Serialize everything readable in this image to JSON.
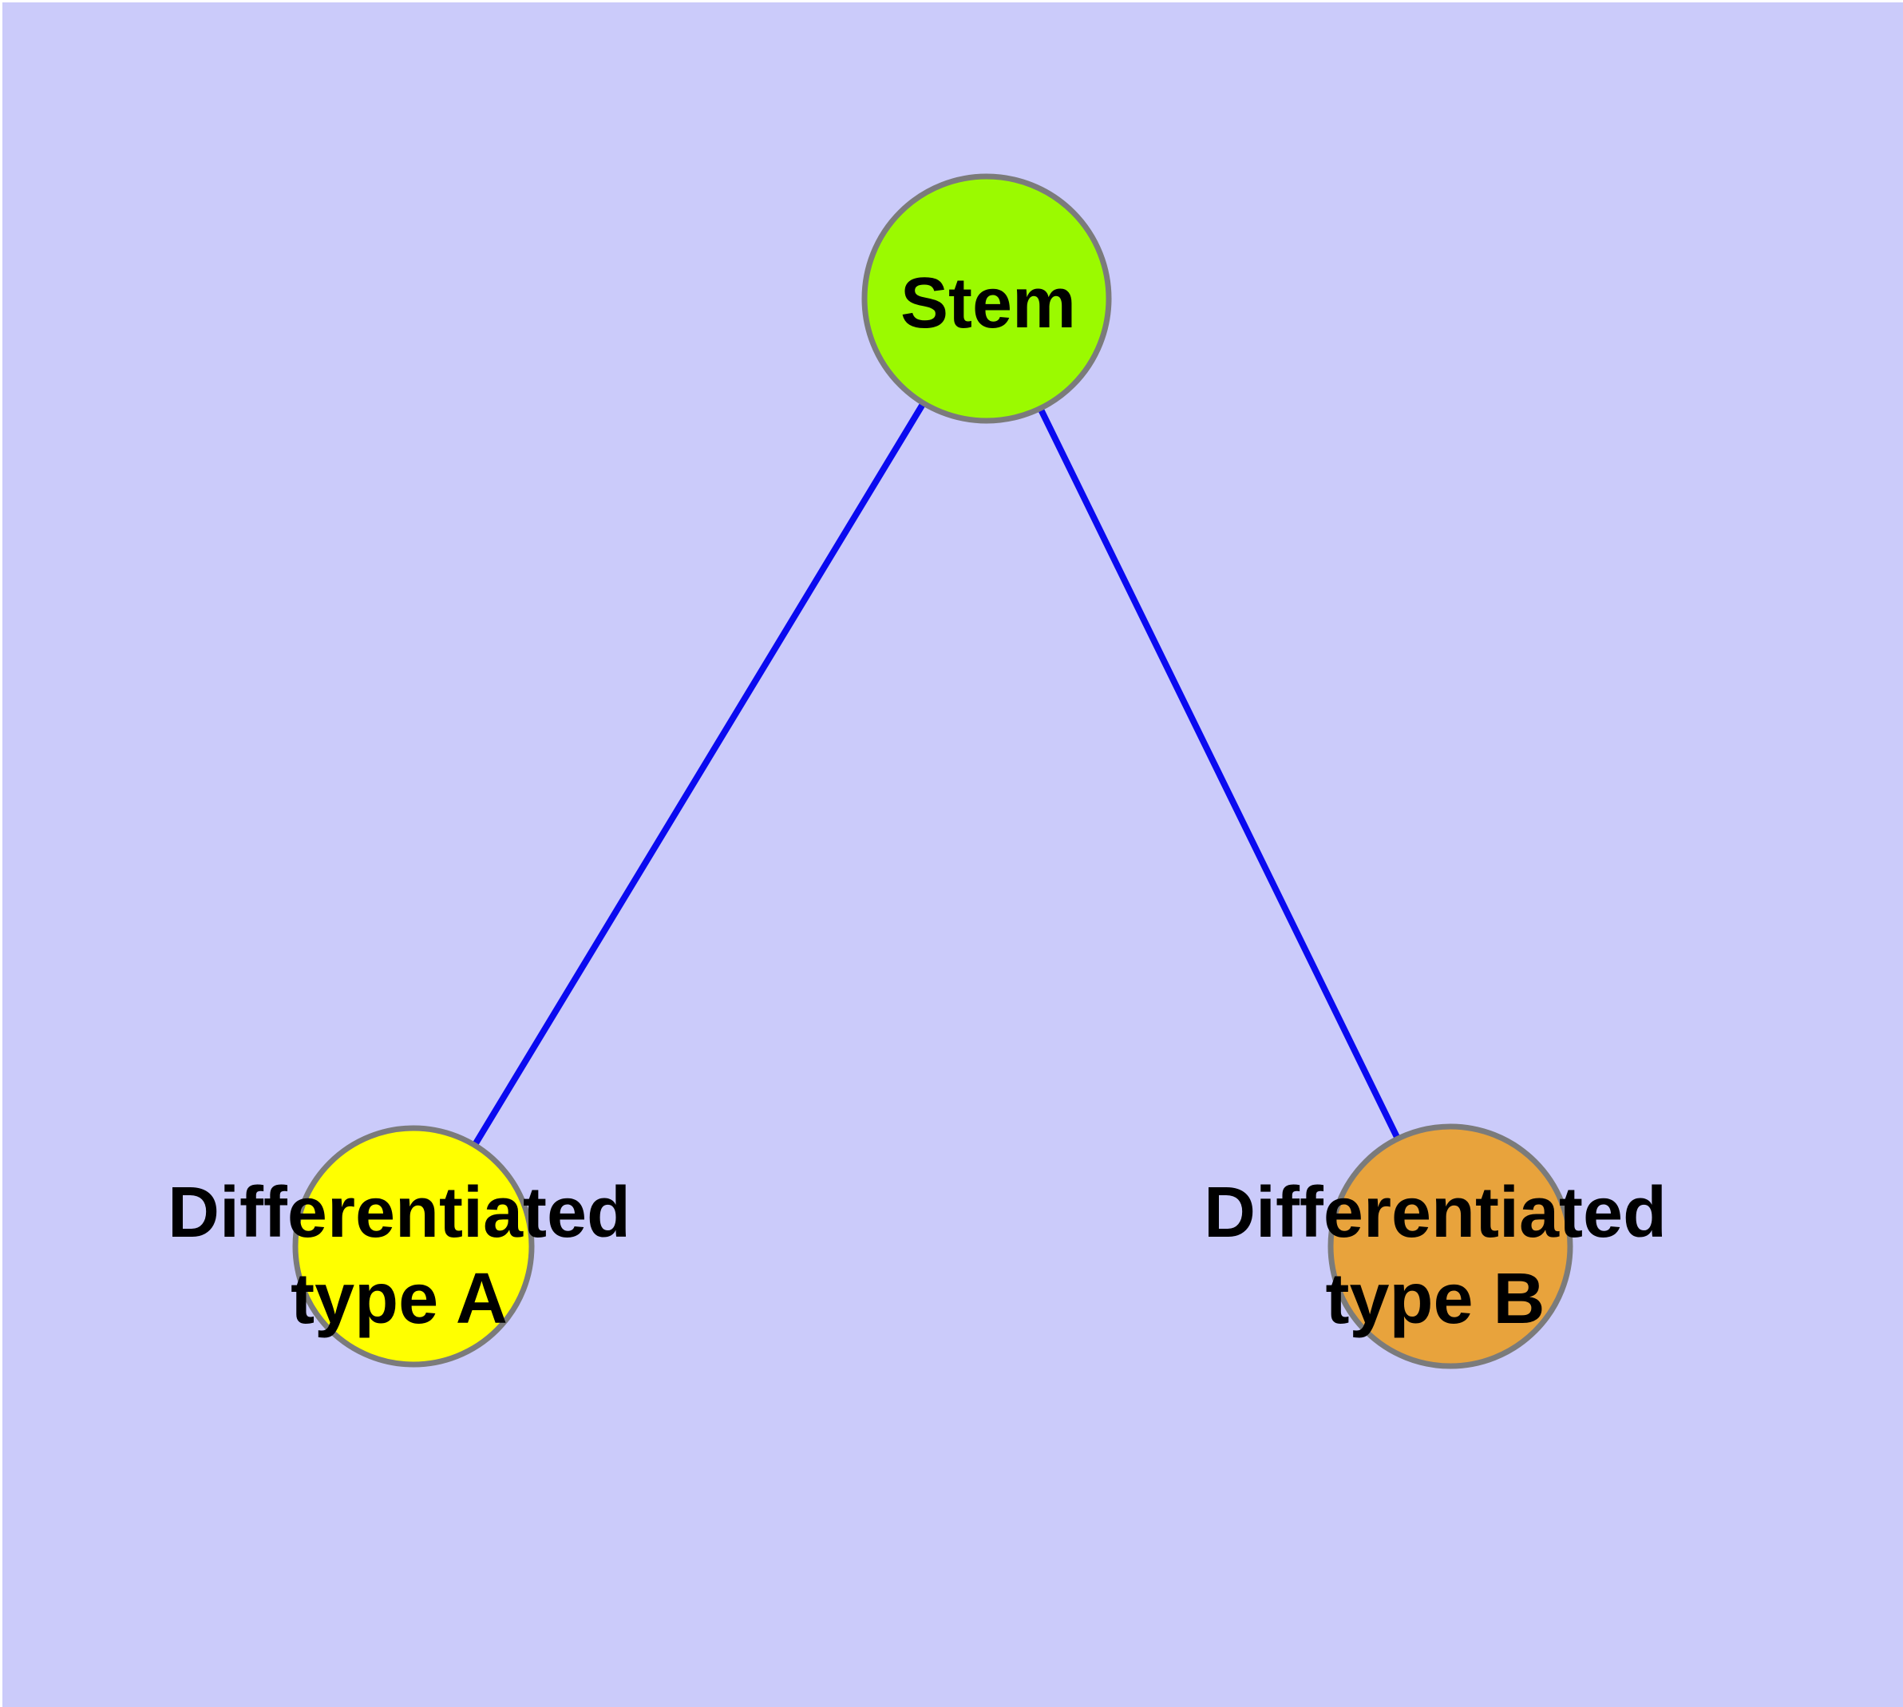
{
  "canvas": {
    "background_color": "#CBCBFA",
    "margin_color": "#FFFFFF"
  },
  "edges": {
    "color": "#0A0AF0",
    "items": [
      {
        "from": "Stem",
        "to": "Differentiated type A"
      },
      {
        "from": "Stem",
        "to": "Differentiated type B"
      }
    ]
  },
  "nodes": [
    {
      "id": "stem",
      "label": "Stem",
      "fill": "#9BFA00",
      "stroke": "#7B7B7B"
    },
    {
      "id": "differentiated-type-a",
      "label": "Differentiated type A",
      "line1": "Differentiated",
      "line2": "type A",
      "fill": "#FFFF00",
      "stroke": "#7B7B7B"
    },
    {
      "id": "differentiated-type-b",
      "label": "Differentiated type B",
      "line1": "Differentiated",
      "line2": "type B",
      "fill": "#E8A33C",
      "stroke": "#7B7B7B"
    }
  ]
}
